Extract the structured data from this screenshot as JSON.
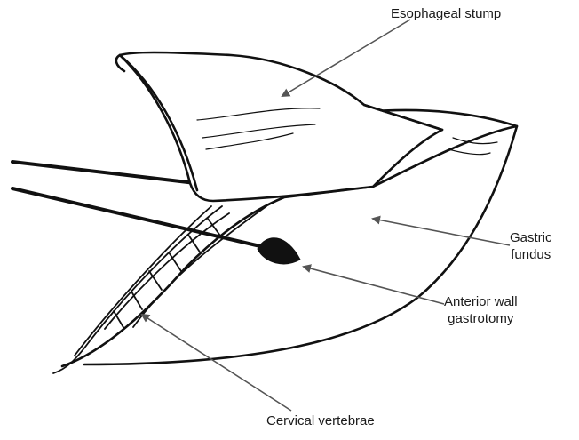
{
  "labels": {
    "esophageal_stump": "Esophageal stump",
    "gastric_fundus": [
      "Gastric",
      "fundus"
    ],
    "anterior_wall_gastrotomy": [
      "Anterior wall",
      "gastrotomy"
    ],
    "cervical_vertebrae": "Cervical vertebrae"
  },
  "colors": {
    "ink": "#111111",
    "leader": "#555555",
    "background": "#ffffff"
  }
}
